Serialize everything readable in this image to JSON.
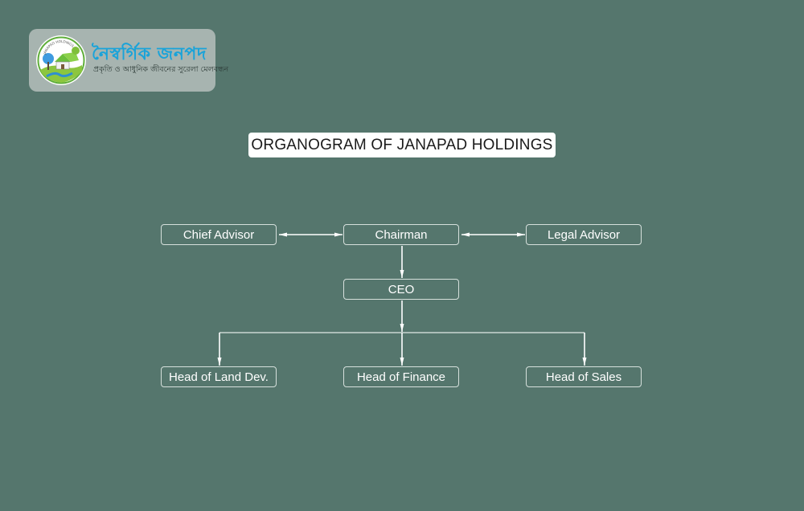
{
  "logo": {
    "emblem_text": "JANAPAD HOLDINGS",
    "title_bn": "নৈস্বর্গিক জনপদ",
    "tagline_bn": "প্রকৃতি ও আধুনিক জীবনের সুরেলা মেলবন্ধন"
  },
  "diagram": {
    "title": "ORGANOGRAM OF JANAPAD HOLDINGS",
    "nodes": {
      "chief_advisor": "Chief Advisor",
      "chairman": "Chairman",
      "legal_advisor": "Legal Advisor",
      "ceo": "CEO",
      "head_land_dev": "Head of Land Dev.",
      "head_finance": "Head of Finance",
      "head_sales": "Head of Sales"
    },
    "edges": [
      {
        "from": "chief_advisor",
        "to": "chairman",
        "type": "bidirectional"
      },
      {
        "from": "chairman",
        "to": "legal_advisor",
        "type": "bidirectional"
      },
      {
        "from": "chairman",
        "to": "ceo",
        "type": "directed"
      },
      {
        "from": "ceo",
        "to": "head_land_dev",
        "type": "directed"
      },
      {
        "from": "ceo",
        "to": "head_finance",
        "type": "directed"
      },
      {
        "from": "ceo",
        "to": "head_sales",
        "type": "directed"
      }
    ]
  },
  "colors": {
    "background": "#55766d",
    "logo_card": "#a7b4b0",
    "logo_title": "#1aa3d9",
    "node_border": "#d6e0dc",
    "connector": "#ffffff",
    "bus_line": "#c9d6d2"
  }
}
